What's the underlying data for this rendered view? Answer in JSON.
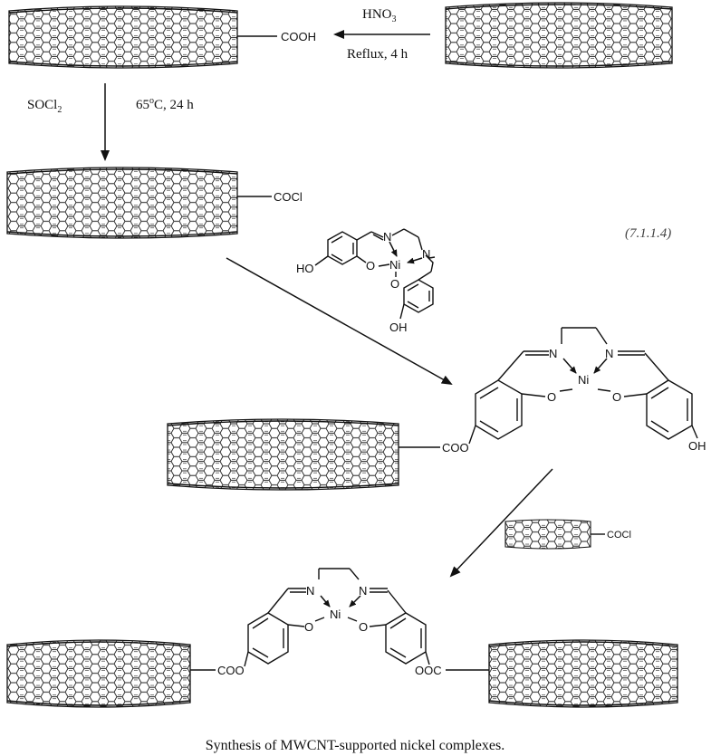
{
  "conditions": {
    "oxidation_reagent": "HNO",
    "oxidation_reagent_sub": "3",
    "oxidation_conditions": "Reflux, 4 h",
    "chlorination_reagent": "SOCl",
    "chlorination_reagent_sub": "2",
    "chlorination_temp": "65",
    "chlorination_temp_sup": "o",
    "chlorination_rest": "C, 24 h"
  },
  "groups": {
    "carboxylic_acid": "COOH",
    "acid_chloride": "COCl",
    "ester_left": "COO",
    "ester_right": "OOC"
  },
  "atoms": {
    "nitrogen": "N",
    "nickel": "Ni",
    "oxygen": "O",
    "hydroxyl": "OH",
    "hydroxyl_left": "HO"
  },
  "equation_number": "(7.1.1.4)",
  "caption": "Synthesis of MWCNT-supported nickel complexes."
}
